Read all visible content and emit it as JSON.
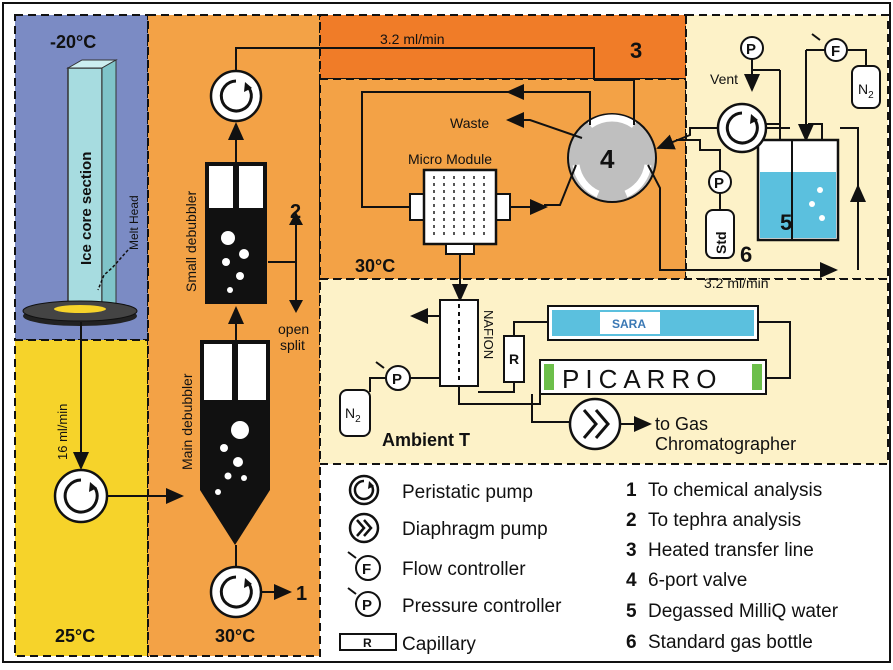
{
  "zones": {
    "cold": "-20°C",
    "melt_bottom": "25°C",
    "debubbler": "30°C",
    "micro": "30°C",
    "ambient": "Ambient T"
  },
  "labels": {
    "ice_core": "Ice core section",
    "melt_head": "Melt Head",
    "flow_16": "16 ml/min",
    "flow_top": "3.2 ml/min",
    "flow_bottom": "3.2 ml/min",
    "small_debubbler": "Small debubbler",
    "main_debubbler": "Main debubbler",
    "open_split_1": "open",
    "open_split_2": "split",
    "num_1": "1",
    "num_2": "2",
    "num_3": "3",
    "num_4": "4",
    "num_5": "5",
    "num_6": "6",
    "waste": "Waste",
    "micro_module": "Micro Module",
    "vent": "Vent",
    "std": "Std",
    "nafion": "NAFION",
    "capillary_r": "R",
    "sara": "SARA",
    "picarro": "PICARRO",
    "to_gas_1": "to Gas",
    "to_gas_2": "Chromatographer",
    "n2": "N",
    "n2_sub": "2",
    "p": "P",
    "f": "F"
  },
  "legend": {
    "symbols": [
      {
        "label": "Peristatic pump",
        "icon": "peristaltic-pump-icon"
      },
      {
        "label": "Diaphragm pump",
        "icon": "diaphragm-pump-icon"
      },
      {
        "label": "Flow controller",
        "icon": "flow-controller-icon"
      },
      {
        "label": "Pressure controller",
        "icon": "pressure-controller-icon"
      },
      {
        "label": "Capillary",
        "icon": "capillary-icon"
      }
    ],
    "numbers": [
      {
        "num": "1",
        "label": "To chemical analysis"
      },
      {
        "num": "2",
        "label": "To tephra analysis"
      },
      {
        "num": "3",
        "label": "Heated transfer line"
      },
      {
        "num": "4",
        "label": "6-port valve"
      },
      {
        "num": "5",
        "label": "Degassed MilliQ water"
      },
      {
        "num": "6",
        "label": "Standard gas bottle"
      }
    ]
  },
  "colors": {
    "cold": "#7b8bc4",
    "melt": "#f6d32a",
    "orange": "#f3a246",
    "heated": "#f07c28",
    "ambient": "#fdf2c8",
    "water": "#5bc0de",
    "ice": "#a7dce0"
  }
}
